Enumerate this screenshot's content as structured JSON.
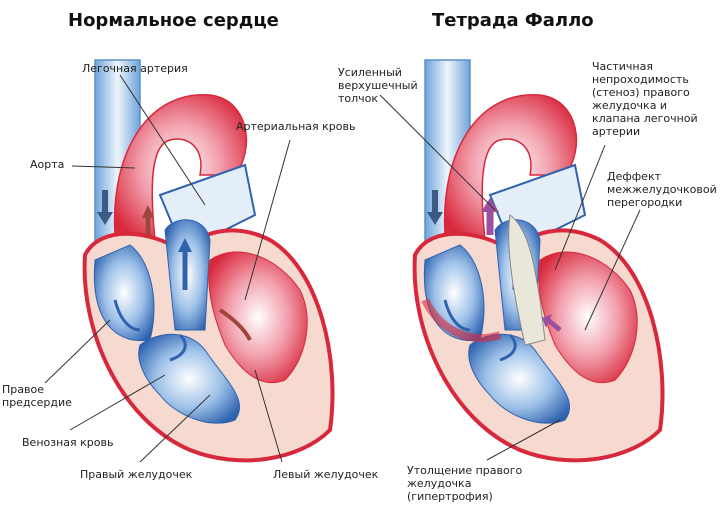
{
  "titles": {
    "normal": "Нормальное сердце",
    "tetralogy": "Тетрада Фалло"
  },
  "normal_labels": {
    "pulmonary_artery": "Легочная артерия",
    "arterial_blood": "Артериальная кровь",
    "aorta": "Аорта",
    "right_atrium": "Правое\nпредсердие",
    "venous_blood": "Венозная кровь",
    "right_ventricle": "Правый желудочек",
    "left_ventricle": "Левый желудочек"
  },
  "tetralogy_labels": {
    "apex_beat": "Усиленный\nверхушечный\nтолчок",
    "stenosis": "Частичная\nнепроходимость\n(стеноз) правого\nжелудочка и\nклапана легочной\nартерии",
    "septal_defect": "Деффект\nмежжелудочковой\nперегородки",
    "hypertrophy": "Утолщение правого\nжелудочка\n(гипертрофия)"
  },
  "colors": {
    "venous": "#2f63b0",
    "arterial": "#d8283c",
    "wall": "#f6d9cf",
    "mixed_arrow": "#9b4f9e"
  }
}
